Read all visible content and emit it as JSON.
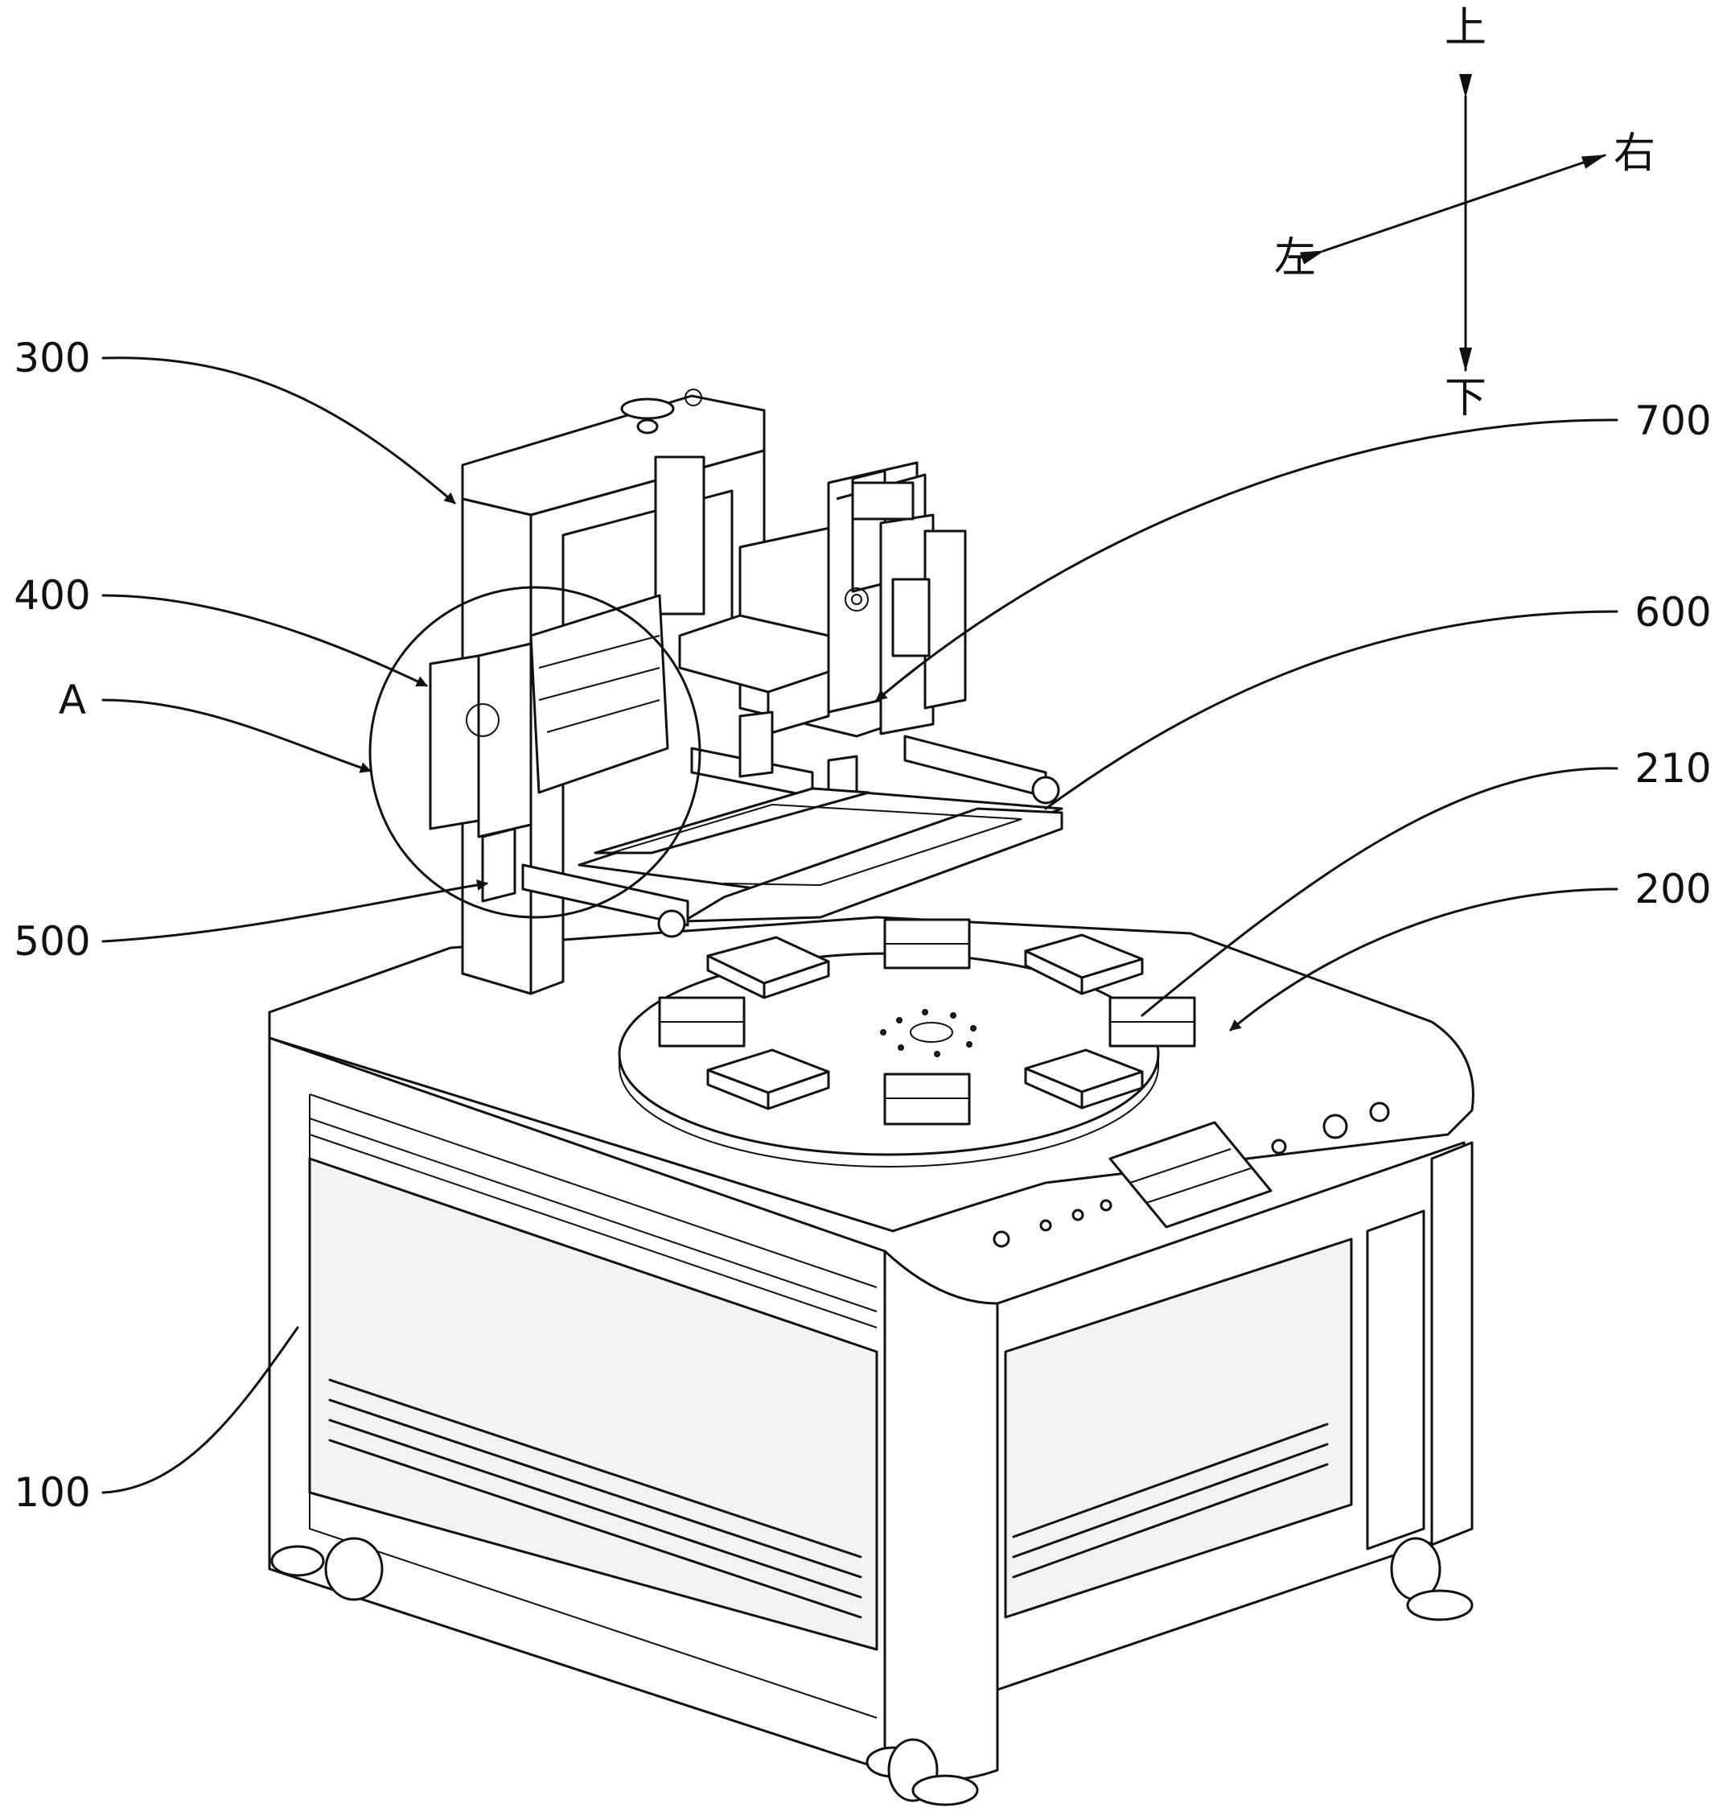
{
  "directions": {
    "up": "上",
    "down": "下",
    "left": "左",
    "right": "右"
  },
  "labels": {
    "l300": "300",
    "l400": "400",
    "lA": "A",
    "l500": "500",
    "l100": "100",
    "l700": "700",
    "l600": "600",
    "l210": "210",
    "l200": "200"
  }
}
